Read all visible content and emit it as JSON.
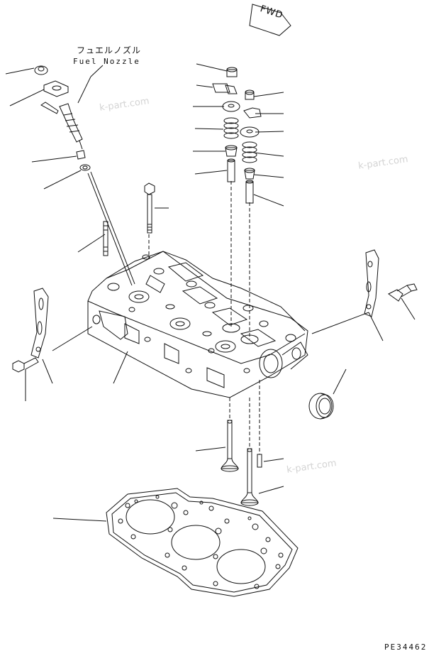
{
  "title_label": {
    "japanese": "フュエルノズル",
    "english": "Fuel Nozzle"
  },
  "direction_marker": "FWD",
  "drawing_number": "PE34462",
  "watermarks": [
    "k-part.com",
    "k-part.com",
    "k-part.com"
  ],
  "colors": {
    "line": "#111111",
    "watermark": "#d4d4d4",
    "background": "#ffffff"
  },
  "parts": [
    "nut-icon",
    "nozzle-holder-icon",
    "fuel-nozzle-icon",
    "seal-icon",
    "washer-icon",
    "injection-pipe-icon",
    "bolt-icon",
    "stud-icon",
    "lifting-eye-icon",
    "cylinder-head-icon",
    "valve-spring-retainer-icon",
    "valve-cotter-icon",
    "valve-cap-icon",
    "valve-spring-icon",
    "valve-stem-seal-icon",
    "valve-guide-icon",
    "valve-icon",
    "oil-seal-icon",
    "head-gasket-icon"
  ]
}
